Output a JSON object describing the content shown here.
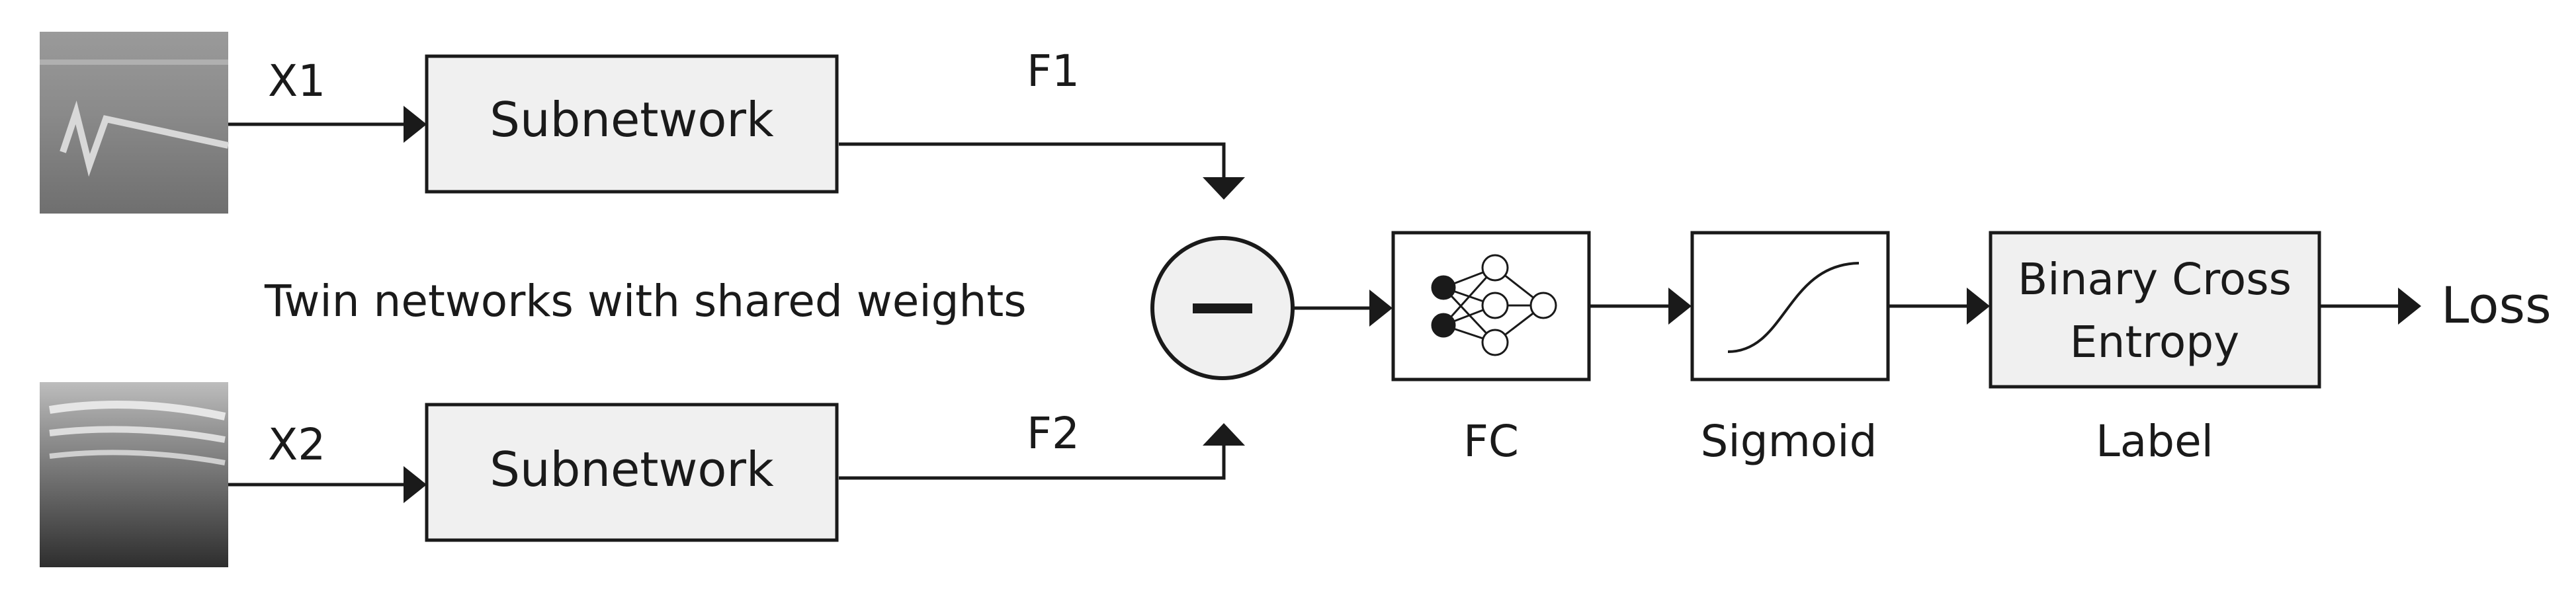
{
  "inputs": {
    "top": {
      "label": "X1",
      "feature": "F1",
      "image": "ultrasound-image"
    },
    "bottom": {
      "label": "X2",
      "feature": "F2",
      "image": "ultrasound-image"
    }
  },
  "subnetwork": {
    "label": "Subnetwork"
  },
  "twin_caption": "Twin networks with shared weights",
  "difference": {
    "symbol": "−"
  },
  "fc": {
    "label": "FC",
    "icon": "neural-network-icon"
  },
  "sigmoid": {
    "label": "Sigmoid",
    "icon": "sigmoid-curve-icon"
  },
  "bce": {
    "line1": "Binary Cross",
    "line2": "Entropy",
    "caption": "Label"
  },
  "output": {
    "label": "Loss"
  },
  "colors": {
    "stroke": "#1a1a1a",
    "box_fill": "#f0f0f0"
  }
}
